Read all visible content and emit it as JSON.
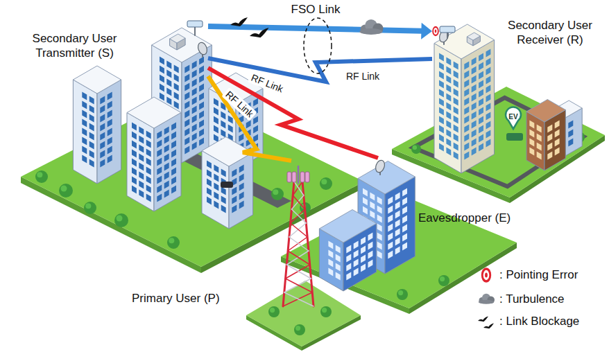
{
  "diagram": {
    "nodes": [
      {
        "text": [
          "Secondary User Transmitter (S)"
        ]
      },
      {
        "text": [
          "Secondary User Receiver (R)"
        ]
      },
      {
        "text": [
          "Eavesdropper (E)"
        ]
      },
      {
        "text": [
          "Primary User (P)"
        ]
      }
    ],
    "edges": [
      {
        "from": 0,
        "to": 1,
        "arrow": "to",
        "label": "FSO Link"
      },
      {
        "from": 0,
        "to": 1,
        "arrow": "none",
        "label": "RF Link"
      },
      {
        "from": 0,
        "to": 2,
        "arrow": "none",
        "label": "RF Link"
      },
      {
        "from": 0,
        "to": 3,
        "arrow": "none",
        "label": "RF Link"
      }
    ],
    "labels": [
      "EV"
    ],
    "legend": [
      {
        "text": ": Pointing Error"
      },
      {
        "text": ": Turbulence"
      },
      {
        "text": ": Link Blockage"
      }
    ]
  }
}
